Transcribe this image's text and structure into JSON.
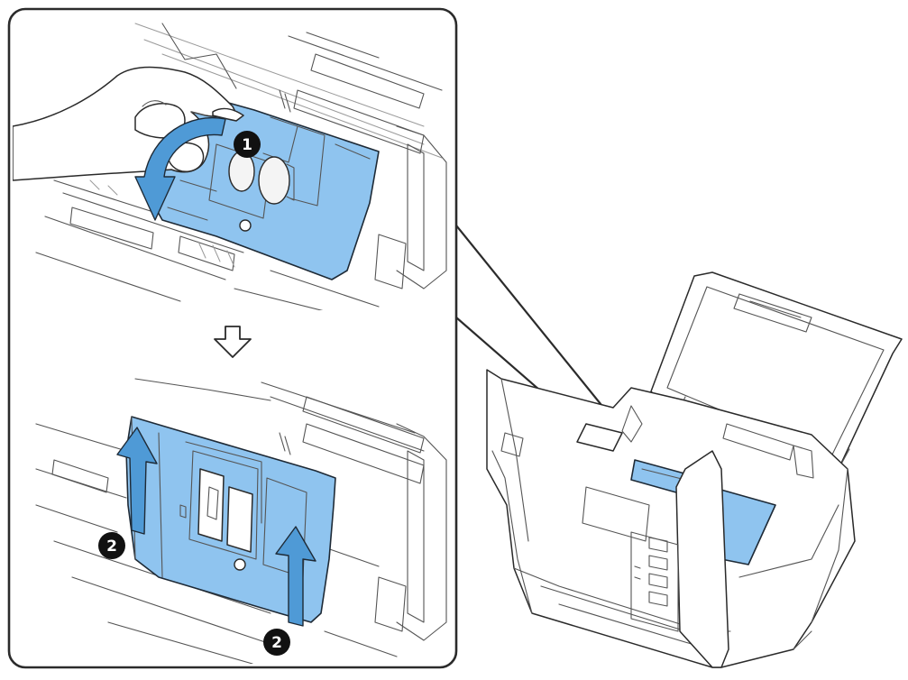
{
  "figure": {
    "colors": {
      "part_blue": "#8fc4ef",
      "arrow_blue": "#4f9ad6",
      "outline": "#1e2a36",
      "marker_fill": "#111111",
      "frame": "#2b2b2b"
    },
    "step_markers": [
      {
        "id": "step-1",
        "label": "1"
      },
      {
        "id": "step-2a",
        "label": "2"
      },
      {
        "id": "step-2b",
        "label": "2"
      }
    ],
    "icons": [
      "hollow-down-arrow-icon",
      "rotate-arrow-icon",
      "lift-arrow-icon"
    ]
  }
}
